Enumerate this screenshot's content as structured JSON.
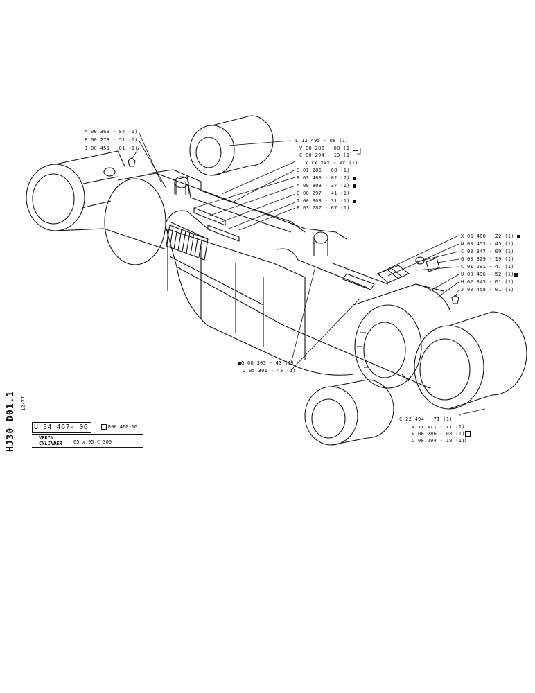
{
  "sheet": {
    "code": "HJ30 D01.1",
    "date": "12-77",
    "part_number": "U 34 467- 06",
    "reference": "R06 460-16",
    "title_fr": "VERIN",
    "title_en": "CYLINDER",
    "size": "65 x 95",
    "class": "C 300"
  },
  "callouts_left": [
    "A 00 369 - 84 (1)",
    "E 00 273 - 51 (1)",
    "J 00 458 - 01 (1)"
  ],
  "callouts_top": [
    "L 12 495 - 08 (1)",
    "V 00 286 - 08 (1)",
    "C 00 294 - 19 (1)",
    "x xx xxx - xx (1)",
    "G 01 286 - 68 (1)",
    "B 03 460 - 82 (2)",
    "A 00 303 - 37 (1)",
    "C 00 297 - 41 (1)",
    "T 00 303 - 31 (1)",
    "F 03 287 - 67 (1)"
  ],
  "callouts_right": [
    "X 06 460 - 22 (1)",
    "N 00 453 - 45 (1)",
    "C 00 347 - 09 (1)",
    "G 00 329 - 19 (1)",
    "C 01 291 - 47 (1)",
    "U 00 496 - 52 (1)",
    "H 02 345 - 61 (1)",
    "J 00 458 - 01 (1)"
  ],
  "callouts_center": [
    "G 00 303 - 43 (1)",
    "U 05 301 - 45 (2)"
  ],
  "callouts_bottom": [
    "C 22 494 - 71 (1)",
    "x xx xxx - xx (1)",
    "V 00 286 - 08 (1)",
    "C 00 294 - 19 (1)"
  ],
  "marker_icons": {
    "filled_square": "filled-square-icon",
    "boxed_square": "boxed-square-icon"
  }
}
